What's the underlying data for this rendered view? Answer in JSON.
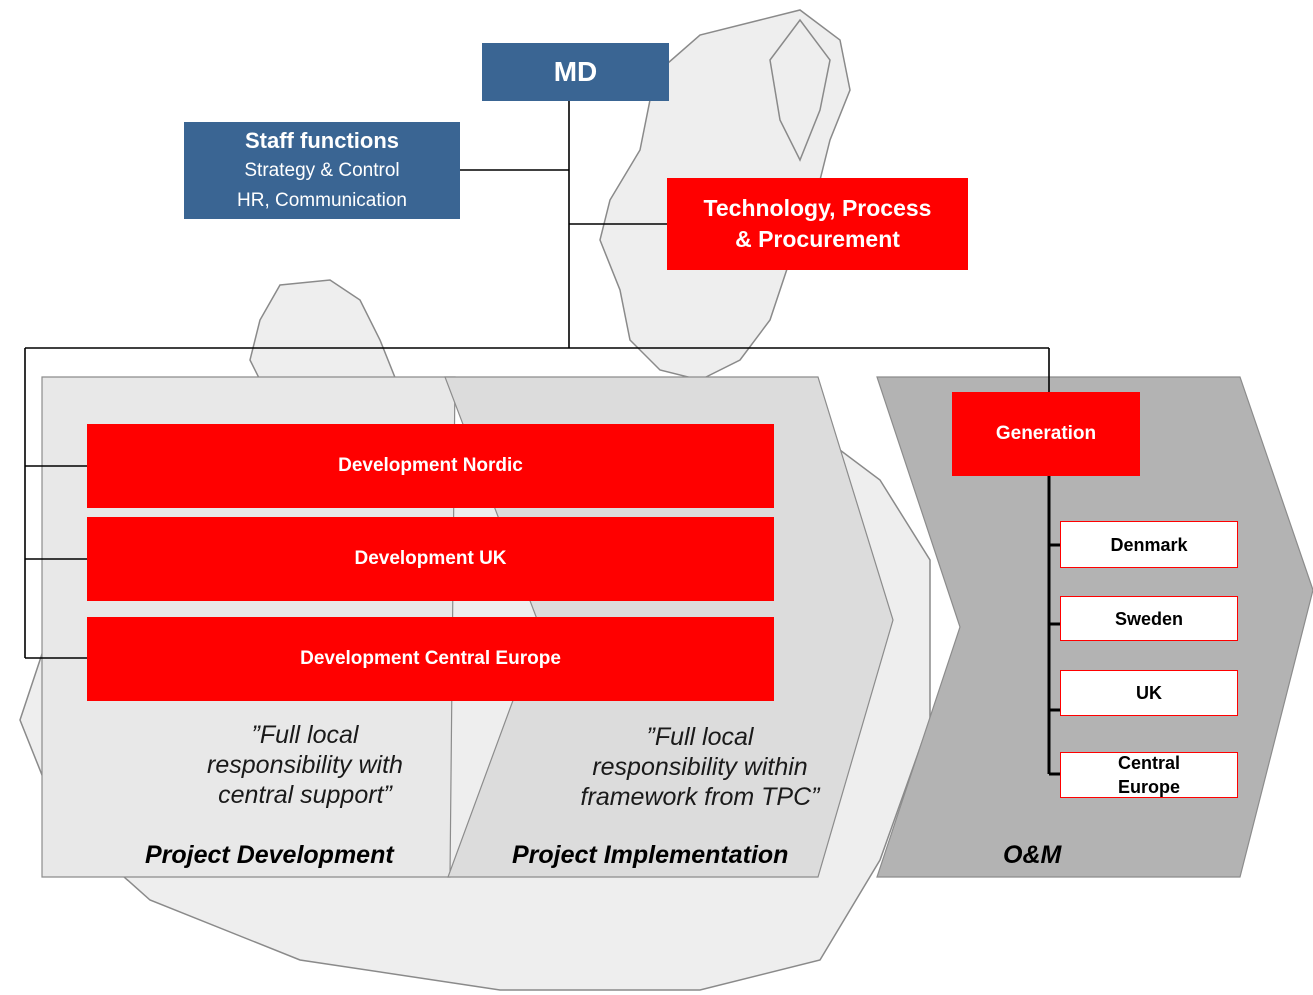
{
  "md": {
    "label": "MD"
  },
  "staff": {
    "title": "Staff functions",
    "line1": "Strategy & Control",
    "line2": "HR, Communication"
  },
  "tpp": {
    "line1": "Technology, Process",
    "line2": "& Procurement"
  },
  "development": [
    {
      "label": "Development Nordic"
    },
    {
      "label": "Development UK"
    },
    {
      "label": "Development Central Europe"
    }
  ],
  "generation": {
    "label": "Generation",
    "countries": [
      {
        "line1": "Denmark",
        "line2": ""
      },
      {
        "line1": "Sweden",
        "line2": ""
      },
      {
        "line1": "UK",
        "line2": ""
      },
      {
        "line1": "Central",
        "line2": "Europe"
      }
    ]
  },
  "quotes": {
    "development": {
      "l1": "”Full local",
      "l2": "responsibility with",
      "l3": "central support”"
    },
    "implementation": {
      "l1": "”Full local",
      "l2": "responsibility within",
      "l3": "framework from TPC”"
    }
  },
  "phases": {
    "development": "Project Development",
    "implementation": "Project Implementation",
    "om": "O&M"
  },
  "colors": {
    "red": "#ff0000",
    "blue": "#3a6593",
    "phase_light": "#e8e8e8",
    "phase_mid": "#dcdcdc",
    "phase_dark": "#b3b3b3",
    "map": "#eeeeee"
  }
}
